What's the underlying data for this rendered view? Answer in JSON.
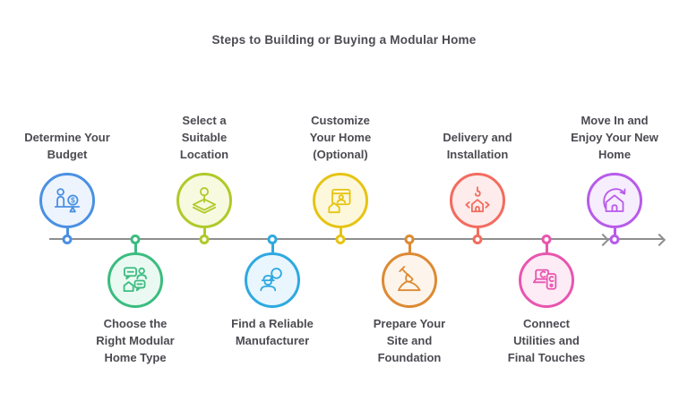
{
  "title": {
    "text": "Steps to Building or Buying a Modular Home",
    "color": "#4b4b52"
  },
  "timeline": {
    "line_color": "#8e8e8e",
    "arrow_direction": "right",
    "dot_style": "ring",
    "text_color": "#4b4b52"
  },
  "steps": [
    {
      "label": "Determine Your Budget",
      "side": "above",
      "color": "#4a90e2",
      "fill": "#edf4fd",
      "icon": "budget-balance-icon"
    },
    {
      "label": "Choose the Right Modular Home Type",
      "side": "below",
      "color": "#3cbc80",
      "fill": "#eafaf2",
      "icon": "home-type-chat-icon"
    },
    {
      "label": "Select a Suitable Location",
      "side": "above",
      "color": "#b0c929",
      "fill": "#f7fadf",
      "icon": "location-map-icon"
    },
    {
      "label": "Find a Reliable Manufacturer",
      "side": "below",
      "color": "#2ea9e0",
      "fill": "#e9f6fd",
      "icon": "manufacturer-search-icon"
    },
    {
      "label": "Customize Your Home (Optional)",
      "side": "above",
      "color": "#e6c413",
      "fill": "#fdf8dc",
      "icon": "customize-window-icon"
    },
    {
      "label": "Prepare Your Site and Foundation",
      "side": "below",
      "color": "#dd8a33",
      "fill": "#fdf5ec",
      "icon": "site-shovel-icon"
    },
    {
      "label": "Delivery and Installation",
      "side": "above",
      "color": "#f26c5f",
      "fill": "#fdeceb",
      "icon": "delivery-crane-icon"
    },
    {
      "label": "Connect Utilities and Final Touches",
      "side": "below",
      "color": "#e756ae",
      "fill": "#fdebf6",
      "icon": "utilities-devices-icon"
    },
    {
      "label": "Move In and Enjoy Your New Home",
      "side": "above",
      "color": "#b75ce9",
      "fill": "#f7eefd",
      "icon": "move-in-house-icon"
    }
  ]
}
